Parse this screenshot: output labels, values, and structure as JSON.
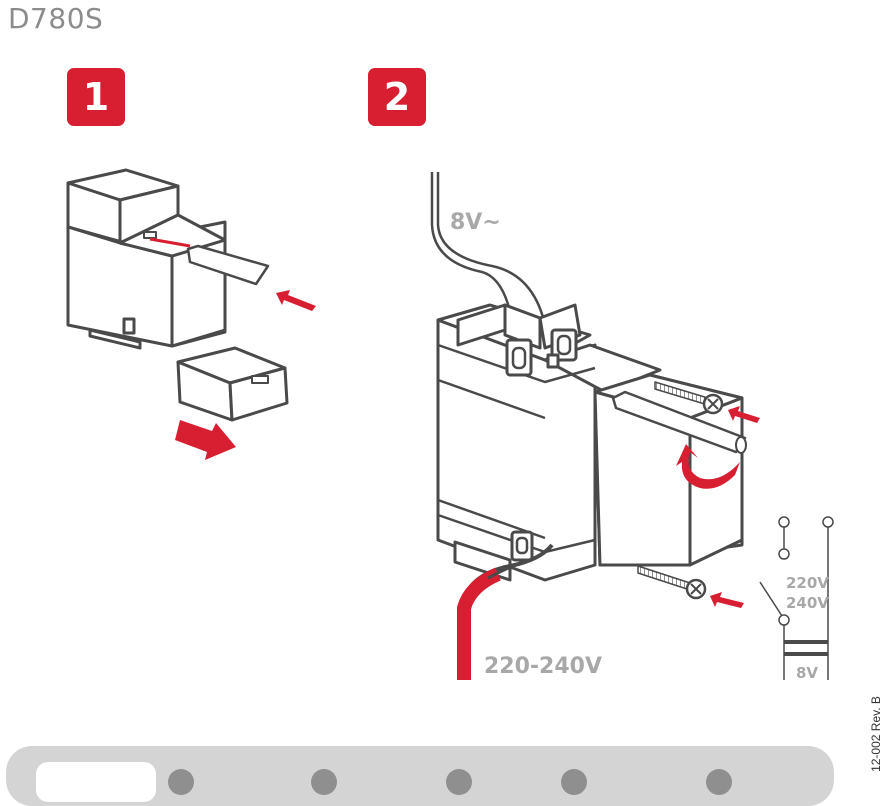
{
  "header": {
    "model": "D780S"
  },
  "steps": [
    {
      "number": "1"
    },
    {
      "number": "2"
    }
  ],
  "labels": {
    "secondary_voltage": "8V~",
    "mains_voltage": "220-240V",
    "schematic_220": "220V",
    "schematic_240": "240V",
    "schematic_8": "8V"
  },
  "document": {
    "code": "12-002 Rev. B"
  },
  "colors": {
    "accent": "#d71f31",
    "line": "#4a4a4a",
    "label": "#a8a8a8",
    "footer": "#d4d4d4"
  },
  "icons": [
    "push-arrow-icon",
    "pull-arrow-icon",
    "screw-icon",
    "screwdriver-icon",
    "rotate-arrow-icon"
  ]
}
